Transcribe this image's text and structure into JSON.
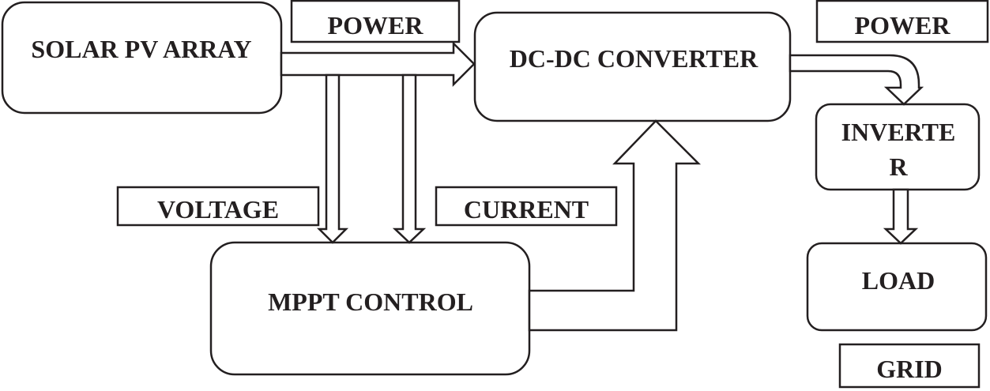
{
  "blocks": {
    "solar": "SOLAR PV ARRAY",
    "converter": "DC-DC CONVERTER",
    "mppt": "MPPT CONTROL",
    "inverter_line1": "INVERTE",
    "inverter_line2": "R",
    "load": "LOAD"
  },
  "labels": {
    "power_left": "POWER",
    "power_right": "POWER",
    "voltage": "VOLTAGE",
    "current": "CURRENT",
    "grid": "GRID"
  }
}
